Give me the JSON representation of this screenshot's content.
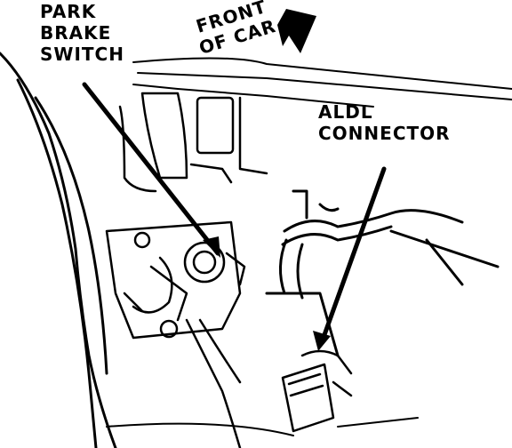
{
  "diagram": {
    "labels": {
      "park_brake_switch": [
        "PARK",
        "BRAKE",
        "SWITCH"
      ],
      "front_of_car": [
        "FRONT",
        "OF CAR"
      ],
      "aldl_connector": [
        "ALDL",
        "CONNECTOR"
      ]
    },
    "colors": {
      "ink": "#000000",
      "paper": "#ffffff"
    }
  }
}
